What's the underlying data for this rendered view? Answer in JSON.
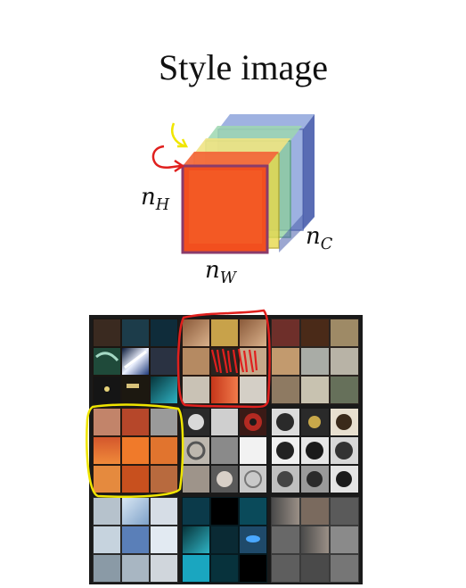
{
  "title": "Style image",
  "volume": {
    "height_label": {
      "base": "n",
      "sub": "H"
    },
    "width_label": {
      "base": "n",
      "sub": "W"
    },
    "channel_label": {
      "base": "n",
      "sub": "C"
    }
  },
  "colors": {
    "red_channel": "#f24f1e",
    "yellow_channel": "#e8d94c",
    "green_channel": "#8ccf9a",
    "blue_channel": "#7d97d8",
    "red_annotation": "#e0201e",
    "yellow_annotation": "#f0e600",
    "grid_border": "#1a1a1a"
  },
  "feature_grid": {
    "rows": 3,
    "cols": 3,
    "highlighted": [
      {
        "row": 0,
        "col": 1,
        "color": "red"
      },
      {
        "row": 1,
        "col": 0,
        "color": "yellow"
      }
    ]
  }
}
